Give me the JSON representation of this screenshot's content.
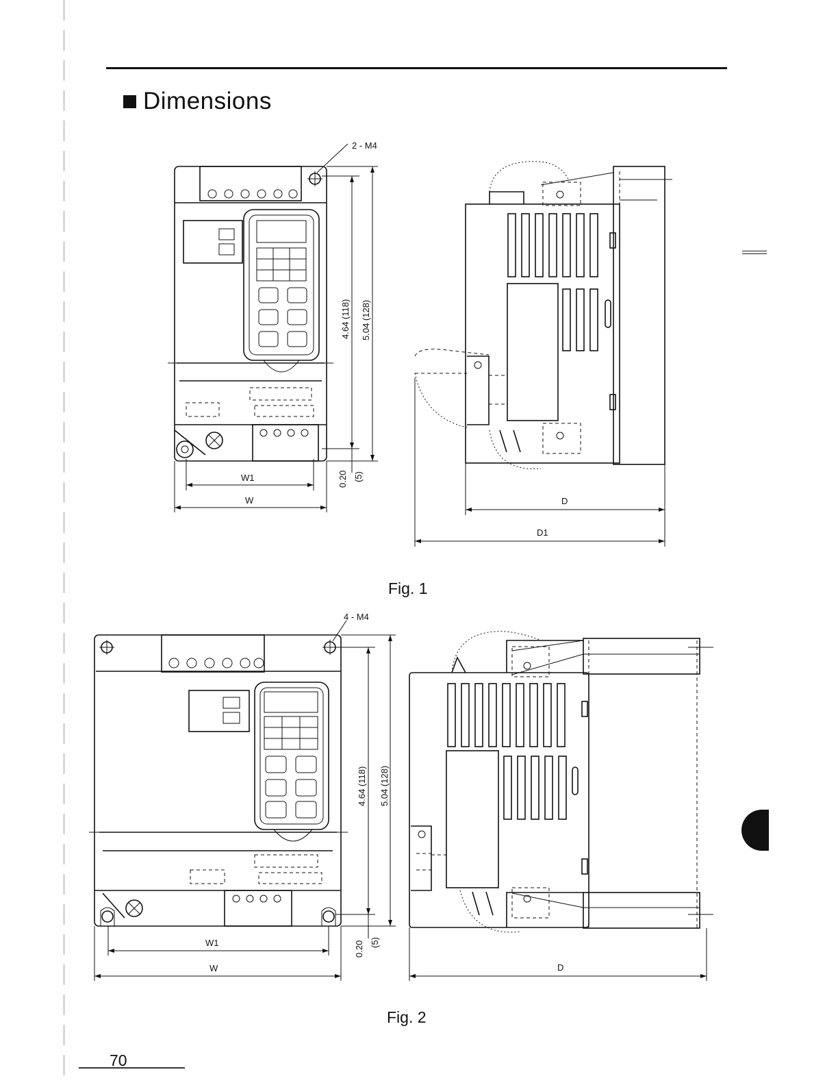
{
  "section": {
    "title": "Dimensions"
  },
  "fig1": {
    "caption": "Fig. 1",
    "screw": "2 - M4",
    "dim_h1": "4.64 (118)",
    "dim_h2": "5.04 (128)",
    "dim_bottom_in": "0.20",
    "dim_bottom_mm": "(5)",
    "w1": "W1",
    "w": "W",
    "d": "D",
    "d1": "D1"
  },
  "fig2": {
    "caption": "Fig. 2",
    "screw": "4 - M4",
    "dim_h1": "4.64 (118)",
    "dim_h2": "5.04 (128)",
    "dim_bottom_in": "0.20",
    "dim_bottom_mm": "(5)",
    "w1": "W1",
    "w": "W",
    "d": "D"
  },
  "page": {
    "number": "70"
  }
}
